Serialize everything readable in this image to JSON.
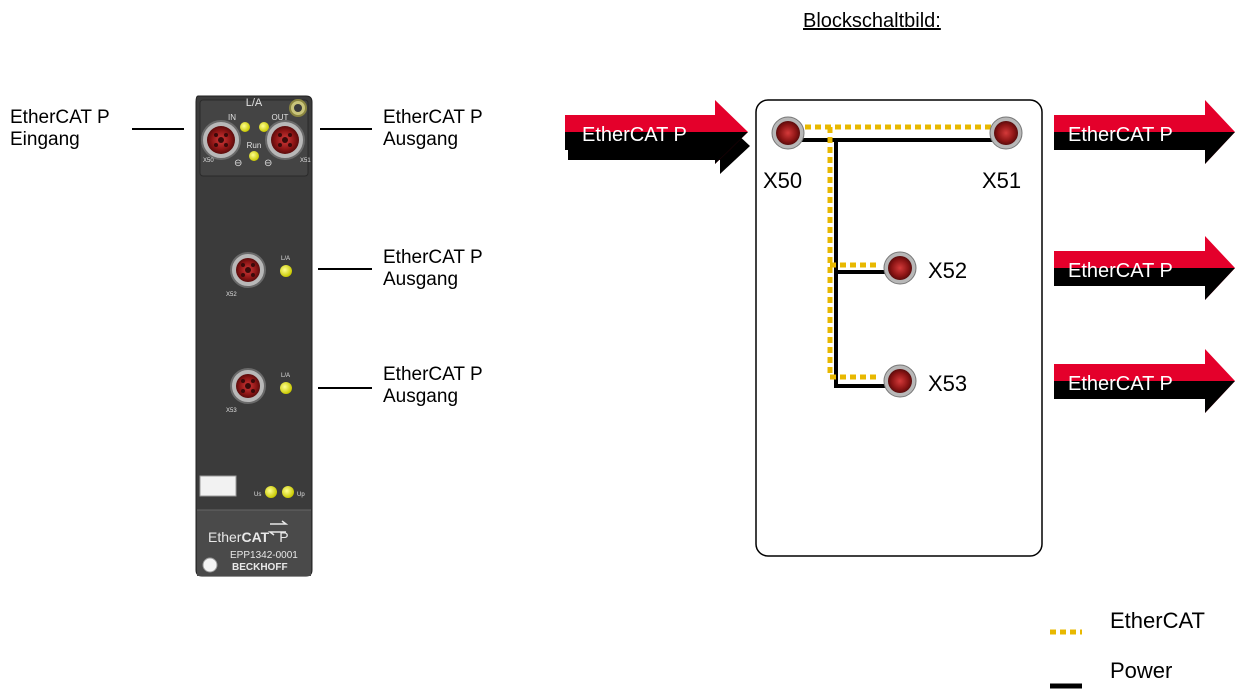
{
  "labels": {
    "in_top": {
      "line1": "EtherCAT P",
      "line2": "Eingang"
    },
    "out_top": {
      "line1": "EtherCAT P",
      "line2": "Ausgang"
    },
    "out_mid": {
      "line1": "EtherCAT P",
      "line2": "Ausgang"
    },
    "out_bottom": {
      "line1": "EtherCAT P",
      "line2": "Ausgang"
    }
  },
  "device": {
    "header": "L/A",
    "in": "IN",
    "out": "OUT",
    "run": "Run",
    "x50": "X50",
    "x51": "X51",
    "x52": "X52",
    "x53": "X53",
    "la": "L/A",
    "us": "Us",
    "up": "Up",
    "logo_ether": "Ether",
    "logo_cat": "CAT",
    "logo_p": "P",
    "model": "EPP1342-0001",
    "brand": "BECKHOFF"
  },
  "block": {
    "title": "Blockschaltbild:",
    "arrow_label": "EtherCAT P",
    "x50": "X50",
    "x51": "X51",
    "x52": "X52",
    "x53": "X53"
  },
  "legend": {
    "ethercat": "EtherCAT",
    "power": "Power"
  },
  "colors": {
    "device_body": "#3b3b3b",
    "led": "#e6e600",
    "connector_red": "#b02020",
    "ethercat_dotted": "#e8b800",
    "arrow_red": "#e4002b",
    "arrow_black": "#000000"
  }
}
